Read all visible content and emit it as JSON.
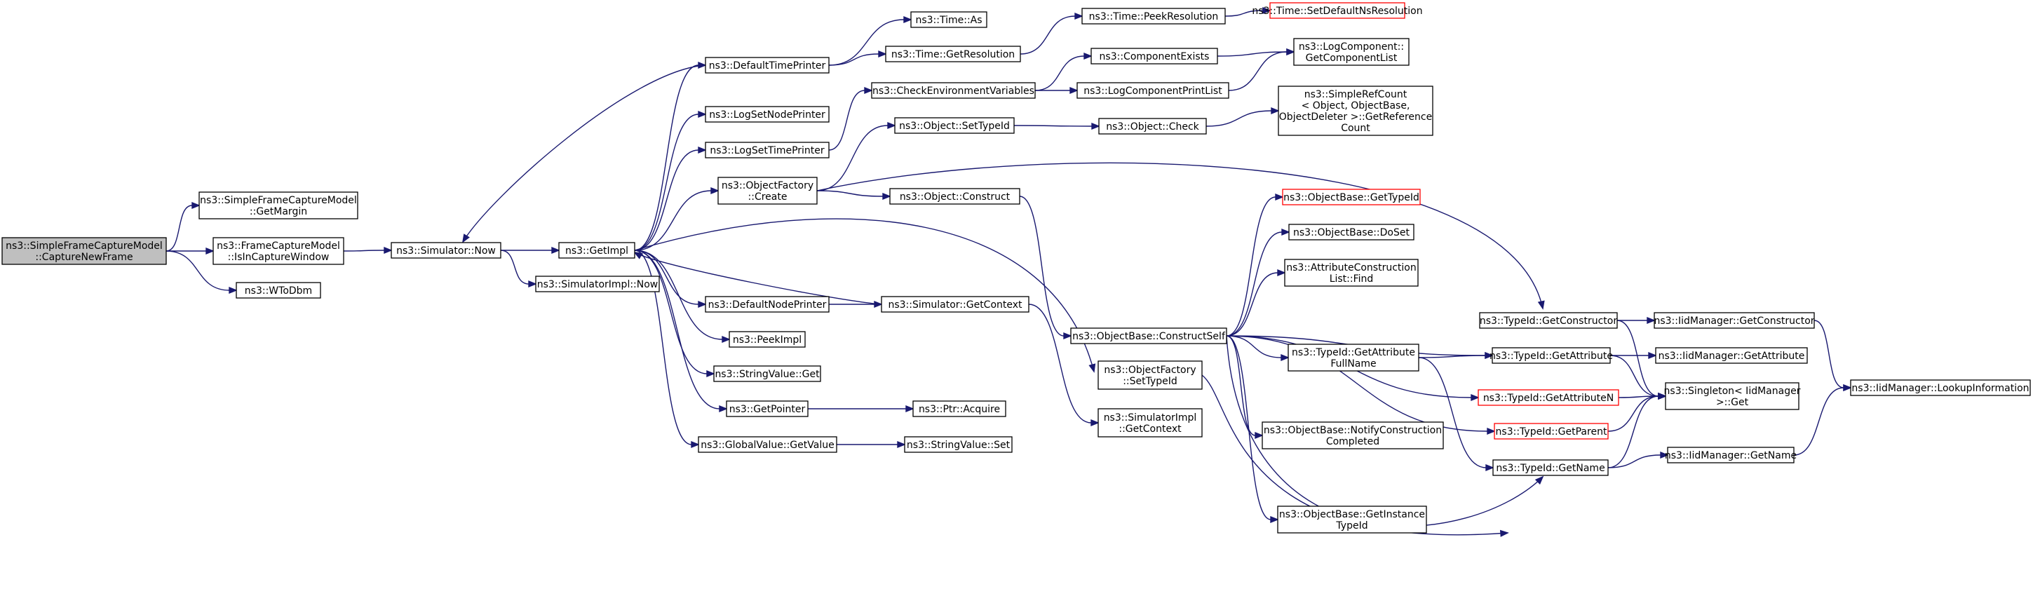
{
  "nodes": [
    {
      "id": "root",
      "lines": [
        "ns3::SimpleFrameCaptureModel",
        "::CaptureNewFrame"
      ],
      "root": true
    },
    {
      "id": "getmargin",
      "lines": [
        "ns3::SimpleFrameCaptureModel",
        "::GetMargin"
      ]
    },
    {
      "id": "isincapture",
      "lines": [
        "ns3::FrameCaptureModel",
        "::IsInCaptureWindow"
      ]
    },
    {
      "id": "wtodbm",
      "lines": [
        "ns3::WToDbm"
      ]
    },
    {
      "id": "simnow",
      "lines": [
        "ns3::Simulator::Now"
      ]
    },
    {
      "id": "getimpl",
      "lines": [
        "ns3::GetImpl"
      ]
    },
    {
      "id": "simimplnow",
      "lines": [
        "ns3::SimulatorImpl::Now"
      ]
    },
    {
      "id": "deftimeprinter",
      "lines": [
        "ns3::DefaultTimePrinter"
      ]
    },
    {
      "id": "logsetnode",
      "lines": [
        "ns3::LogSetNodePrinter"
      ]
    },
    {
      "id": "logsettime",
      "lines": [
        "ns3::LogSetTimePrinter"
      ]
    },
    {
      "id": "objfactcreate",
      "lines": [
        "ns3::ObjectFactory",
        "::Create"
      ]
    },
    {
      "id": "defnodeprinter",
      "lines": [
        "ns3::DefaultNodePrinter"
      ]
    },
    {
      "id": "peekimpl",
      "lines": [
        "ns3::PeekImpl"
      ]
    },
    {
      "id": "strvalget",
      "lines": [
        "ns3::StringValue::Get"
      ]
    },
    {
      "id": "getpointer",
      "lines": [
        "ns3::GetPointer"
      ]
    },
    {
      "id": "gvgetvalue",
      "lines": [
        "ns3::GlobalValue::GetValue"
      ]
    },
    {
      "id": "timeas",
      "lines": [
        "ns3::Time::As"
      ]
    },
    {
      "id": "timegetres",
      "lines": [
        "ns3::Time::GetResolution"
      ]
    },
    {
      "id": "checkenv",
      "lines": [
        "ns3::CheckEnvironmentVariables"
      ]
    },
    {
      "id": "objsettypeid",
      "lines": [
        "ns3::Object::SetTypeId"
      ]
    },
    {
      "id": "objconstruct",
      "lines": [
        "ns3::Object::Construct"
      ]
    },
    {
      "id": "simgetcontext",
      "lines": [
        "ns3::Simulator::GetContext"
      ]
    },
    {
      "id": "ptracquire",
      "lines": [
        "ns3::Ptr::Acquire"
      ]
    },
    {
      "id": "strvalset",
      "lines": [
        "ns3::StringValue::Set"
      ]
    },
    {
      "id": "timepeekres",
      "lines": [
        "ns3::Time::PeekResolution"
      ]
    },
    {
      "id": "compexists",
      "lines": [
        "ns3::ComponentExists"
      ]
    },
    {
      "id": "logcompprint",
      "lines": [
        "ns3::LogComponentPrintList"
      ]
    },
    {
      "id": "objcheck",
      "lines": [
        "ns3::Object::Check"
      ]
    },
    {
      "id": "objbaseconstruct",
      "lines": [
        "ns3::ObjectBase::ConstructSelf"
      ]
    },
    {
      "id": "objfactsettypeid",
      "lines": [
        "ns3::ObjectFactory",
        "::SetTypeId"
      ]
    },
    {
      "id": "simimplgetctx",
      "lines": [
        "ns3::SimulatorImpl",
        "::GetContext"
      ]
    },
    {
      "id": "timesetdef",
      "lines": [
        "ns3::Time::SetDefaultNsResolution"
      ],
      "trunc": true
    },
    {
      "id": "logcompgetlist",
      "lines": [
        "ns3::LogComponent::",
        "GetComponentList"
      ]
    },
    {
      "id": "simplerefcount",
      "lines": [
        "ns3::SimpleRefCount",
        "< Object, ObjectBase,",
        "ObjectDeleter >::GetReference",
        "Count"
      ]
    },
    {
      "id": "objbasegettypeid",
      "lines": [
        "ns3::ObjectBase::GetTypeId"
      ],
      "trunc": true
    },
    {
      "id": "objbasedoset",
      "lines": [
        "ns3::ObjectBase::DoSet"
      ]
    },
    {
      "id": "attrconstfind",
      "lines": [
        "ns3::AttributeConstruction",
        "List::Find"
      ]
    },
    {
      "id": "typeidgetattrfull",
      "lines": [
        "ns3::TypeId::GetAttribute",
        "FullName"
      ]
    },
    {
      "id": "objbasenotify",
      "lines": [
        "ns3::ObjectBase::NotifyConstruction",
        "Completed"
      ]
    },
    {
      "id": "objbasegetinst",
      "lines": [
        "ns3::ObjectBase::GetInstance",
        "TypeId"
      ]
    },
    {
      "id": "typeidgetctor",
      "lines": [
        "ns3::TypeId::GetConstructor"
      ]
    },
    {
      "id": "typeidgetattr",
      "lines": [
        "ns3::TypeId::GetAttribute"
      ]
    },
    {
      "id": "typeidgetattrn",
      "lines": [
        "ns3::TypeId::GetAttributeN"
      ],
      "trunc": true
    },
    {
      "id": "typeidgetparent",
      "lines": [
        "ns3::TypeId::GetParent"
      ],
      "trunc": true
    },
    {
      "id": "typeidgetname",
      "lines": [
        "ns3::TypeId::GetName"
      ]
    },
    {
      "id": "iidgetctor",
      "lines": [
        "ns3::IidManager::GetConstructor"
      ]
    },
    {
      "id": "iidgetattr",
      "lines": [
        "ns3::IidManager::GetAttribute"
      ]
    },
    {
      "id": "singletonget",
      "lines": [
        "ns3::Singleton< IidManager",
        ">::Get"
      ]
    },
    {
      "id": "iidgetname",
      "lines": [
        "ns3::IidManager::GetName"
      ]
    },
    {
      "id": "iidlookup",
      "lines": [
        "ns3::IidManager::LookupInformation"
      ]
    }
  ],
  "edges": [
    [
      "root",
      "getmargin"
    ],
    [
      "root",
      "isincapture"
    ],
    [
      "root",
      "wtodbm"
    ],
    [
      "isincapture",
      "simnow"
    ],
    [
      "simnow",
      "getimpl"
    ],
    [
      "simnow",
      "simimplnow"
    ],
    [
      "getimpl",
      "deftimeprinter"
    ],
    [
      "getimpl",
      "logsetnode"
    ],
    [
      "getimpl",
      "logsettime"
    ],
    [
      "getimpl",
      "objfactcreate"
    ],
    [
      "getimpl",
      "defnodeprinter"
    ],
    [
      "getimpl",
      "peekimpl"
    ],
    [
      "getimpl",
      "strvalget"
    ],
    [
      "getimpl",
      "getpointer"
    ],
    [
      "getimpl",
      "gvgetvalue"
    ],
    [
      "getimpl",
      "objfactsettypeid"
    ],
    [
      "deftimeprinter",
      "simnow"
    ],
    [
      "deftimeprinter",
      "timeas"
    ],
    [
      "deftimeprinter",
      "timegetres"
    ],
    [
      "logsettime",
      "checkenv"
    ],
    [
      "objfactcreate",
      "objsettypeid"
    ],
    [
      "objfactcreate",
      "objconstruct"
    ],
    [
      "objfactcreate",
      "typeidgetctor"
    ],
    [
      "defnodeprinter",
      "simgetcontext"
    ],
    [
      "simgetcontext",
      "getimpl"
    ],
    [
      "simgetcontext",
      "simimplgetctx"
    ],
    [
      "getpointer",
      "ptracquire"
    ],
    [
      "gvgetvalue",
      "strvalset"
    ],
    [
      "timegetres",
      "timepeekres"
    ],
    [
      "timepeekres",
      "timesetdef"
    ],
    [
      "checkenv",
      "compexists"
    ],
    [
      "checkenv",
      "logcompprint"
    ],
    [
      "compexists",
      "logcompgetlist"
    ],
    [
      "logcompprint",
      "logcompgetlist"
    ],
    [
      "objsettypeid",
      "objcheck"
    ],
    [
      "objcheck",
      "simplerefcount"
    ],
    [
      "objconstruct",
      "objbaseconstruct"
    ],
    [
      "objbaseconstruct",
      "objbasegettypeid"
    ],
    [
      "objbaseconstruct",
      "objbasedoset"
    ],
    [
      "objbaseconstruct",
      "attrconstfind"
    ],
    [
      "objbaseconstruct",
      "typeidgetattrfull"
    ],
    [
      "objbaseconstruct",
      "typeidgetattr"
    ],
    [
      "objbaseconstruct",
      "typeidgetattrn"
    ],
    [
      "objbaseconstruct",
      "typeidgetparent"
    ],
    [
      "objbaseconstruct",
      "objbasenotify"
    ],
    [
      "objbaseconstruct",
      "objbasegetinst"
    ],
    [
      "objbaseconstruct",
      "typeidgetname"
    ],
    [
      "objfactsettypeid",
      "typeidgetname"
    ],
    [
      "typeidgetattrfull",
      "typeidgetattr"
    ],
    [
      "typeidgetattrfull",
      "typeidgetname"
    ],
    [
      "typeidgetctor",
      "iidgetctor"
    ],
    [
      "typeidgetctor",
      "singletonget"
    ],
    [
      "typeidgetattr",
      "iidgetattr"
    ],
    [
      "typeidgetattr",
      "singletonget"
    ],
    [
      "typeidgetattrn",
      "singletonget"
    ],
    [
      "typeidgetparent",
      "singletonget"
    ],
    [
      "typeidgetname",
      "iidgetname"
    ],
    [
      "typeidgetname",
      "singletonget"
    ],
    [
      "iidgetctor",
      "iidlookup"
    ],
    [
      "iidgetname",
      "iidlookup"
    ]
  ],
  "colors": {
    "edge": "#191970",
    "root_fill": "#bfbfbf",
    "truncated_border": "#ff0000"
  }
}
